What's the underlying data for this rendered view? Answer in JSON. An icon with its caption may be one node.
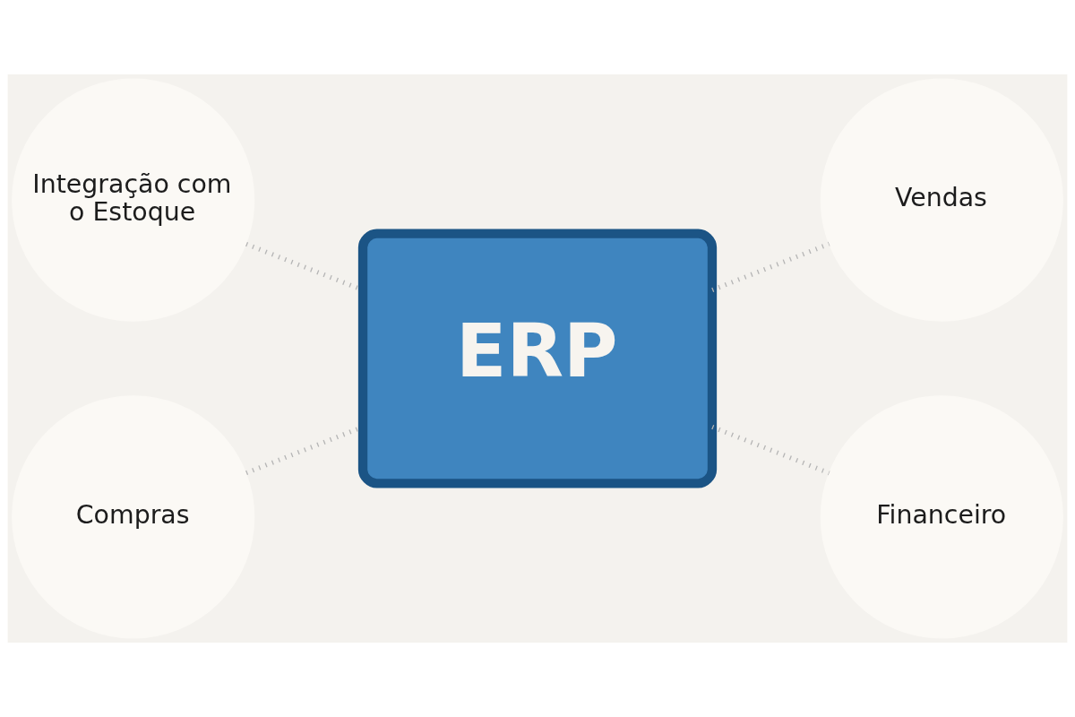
{
  "diagram": {
    "nodes": [
      {
        "text": [
          "Integração com o Estoque"
        ]
      },
      {
        "text": [
          "Vendas"
        ]
      },
      {
        "text": [
          "ERP"
        ]
      },
      {
        "text": [
          "Compras"
        ]
      },
      {
        "text": [
          "Financeiro"
        ]
      }
    ],
    "edges": [
      {
        "from": 0,
        "to": 2,
        "arrow": "none"
      },
      {
        "from": 2,
        "to": 1,
        "arrow": "none"
      },
      {
        "from": 3,
        "to": 2,
        "arrow": "none"
      },
      {
        "from": 2,
        "to": 4,
        "arrow": "none"
      }
    ]
  }
}
